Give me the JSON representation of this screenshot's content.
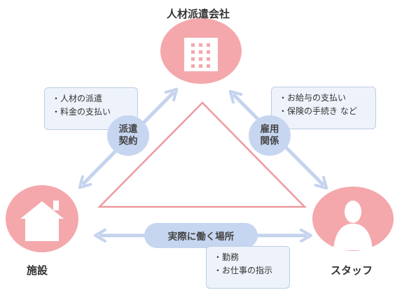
{
  "nodes": {
    "agency": {
      "label": "人材派遣会社"
    },
    "facility": {
      "label": "施設"
    },
    "staff": {
      "label": "スタッフ"
    }
  },
  "relations": {
    "dispatch_contract": {
      "badge": "派遣\n契約",
      "items": [
        "・人材の派遣",
        "・料金の支払い"
      ]
    },
    "employment": {
      "badge": "雇用\n関係",
      "items": [
        "・お給与の支払い",
        "・保険の手続き など"
      ]
    },
    "workplace": {
      "badge": "実際に働く場所",
      "items": [
        "・勤務",
        "・お仕事の指示"
      ]
    }
  },
  "colors": {
    "node_fill": "#f4a8ab",
    "triangle_stroke": "#ee9aa0",
    "arrow": "#c5d3ee",
    "badge_fill": "#c7d6f0",
    "box_fill": "#eef3fb",
    "box_border": "#bccbe6"
  },
  "icons": {
    "agency": "office-building-icon",
    "facility": "house-icon",
    "staff": "person-icon"
  }
}
